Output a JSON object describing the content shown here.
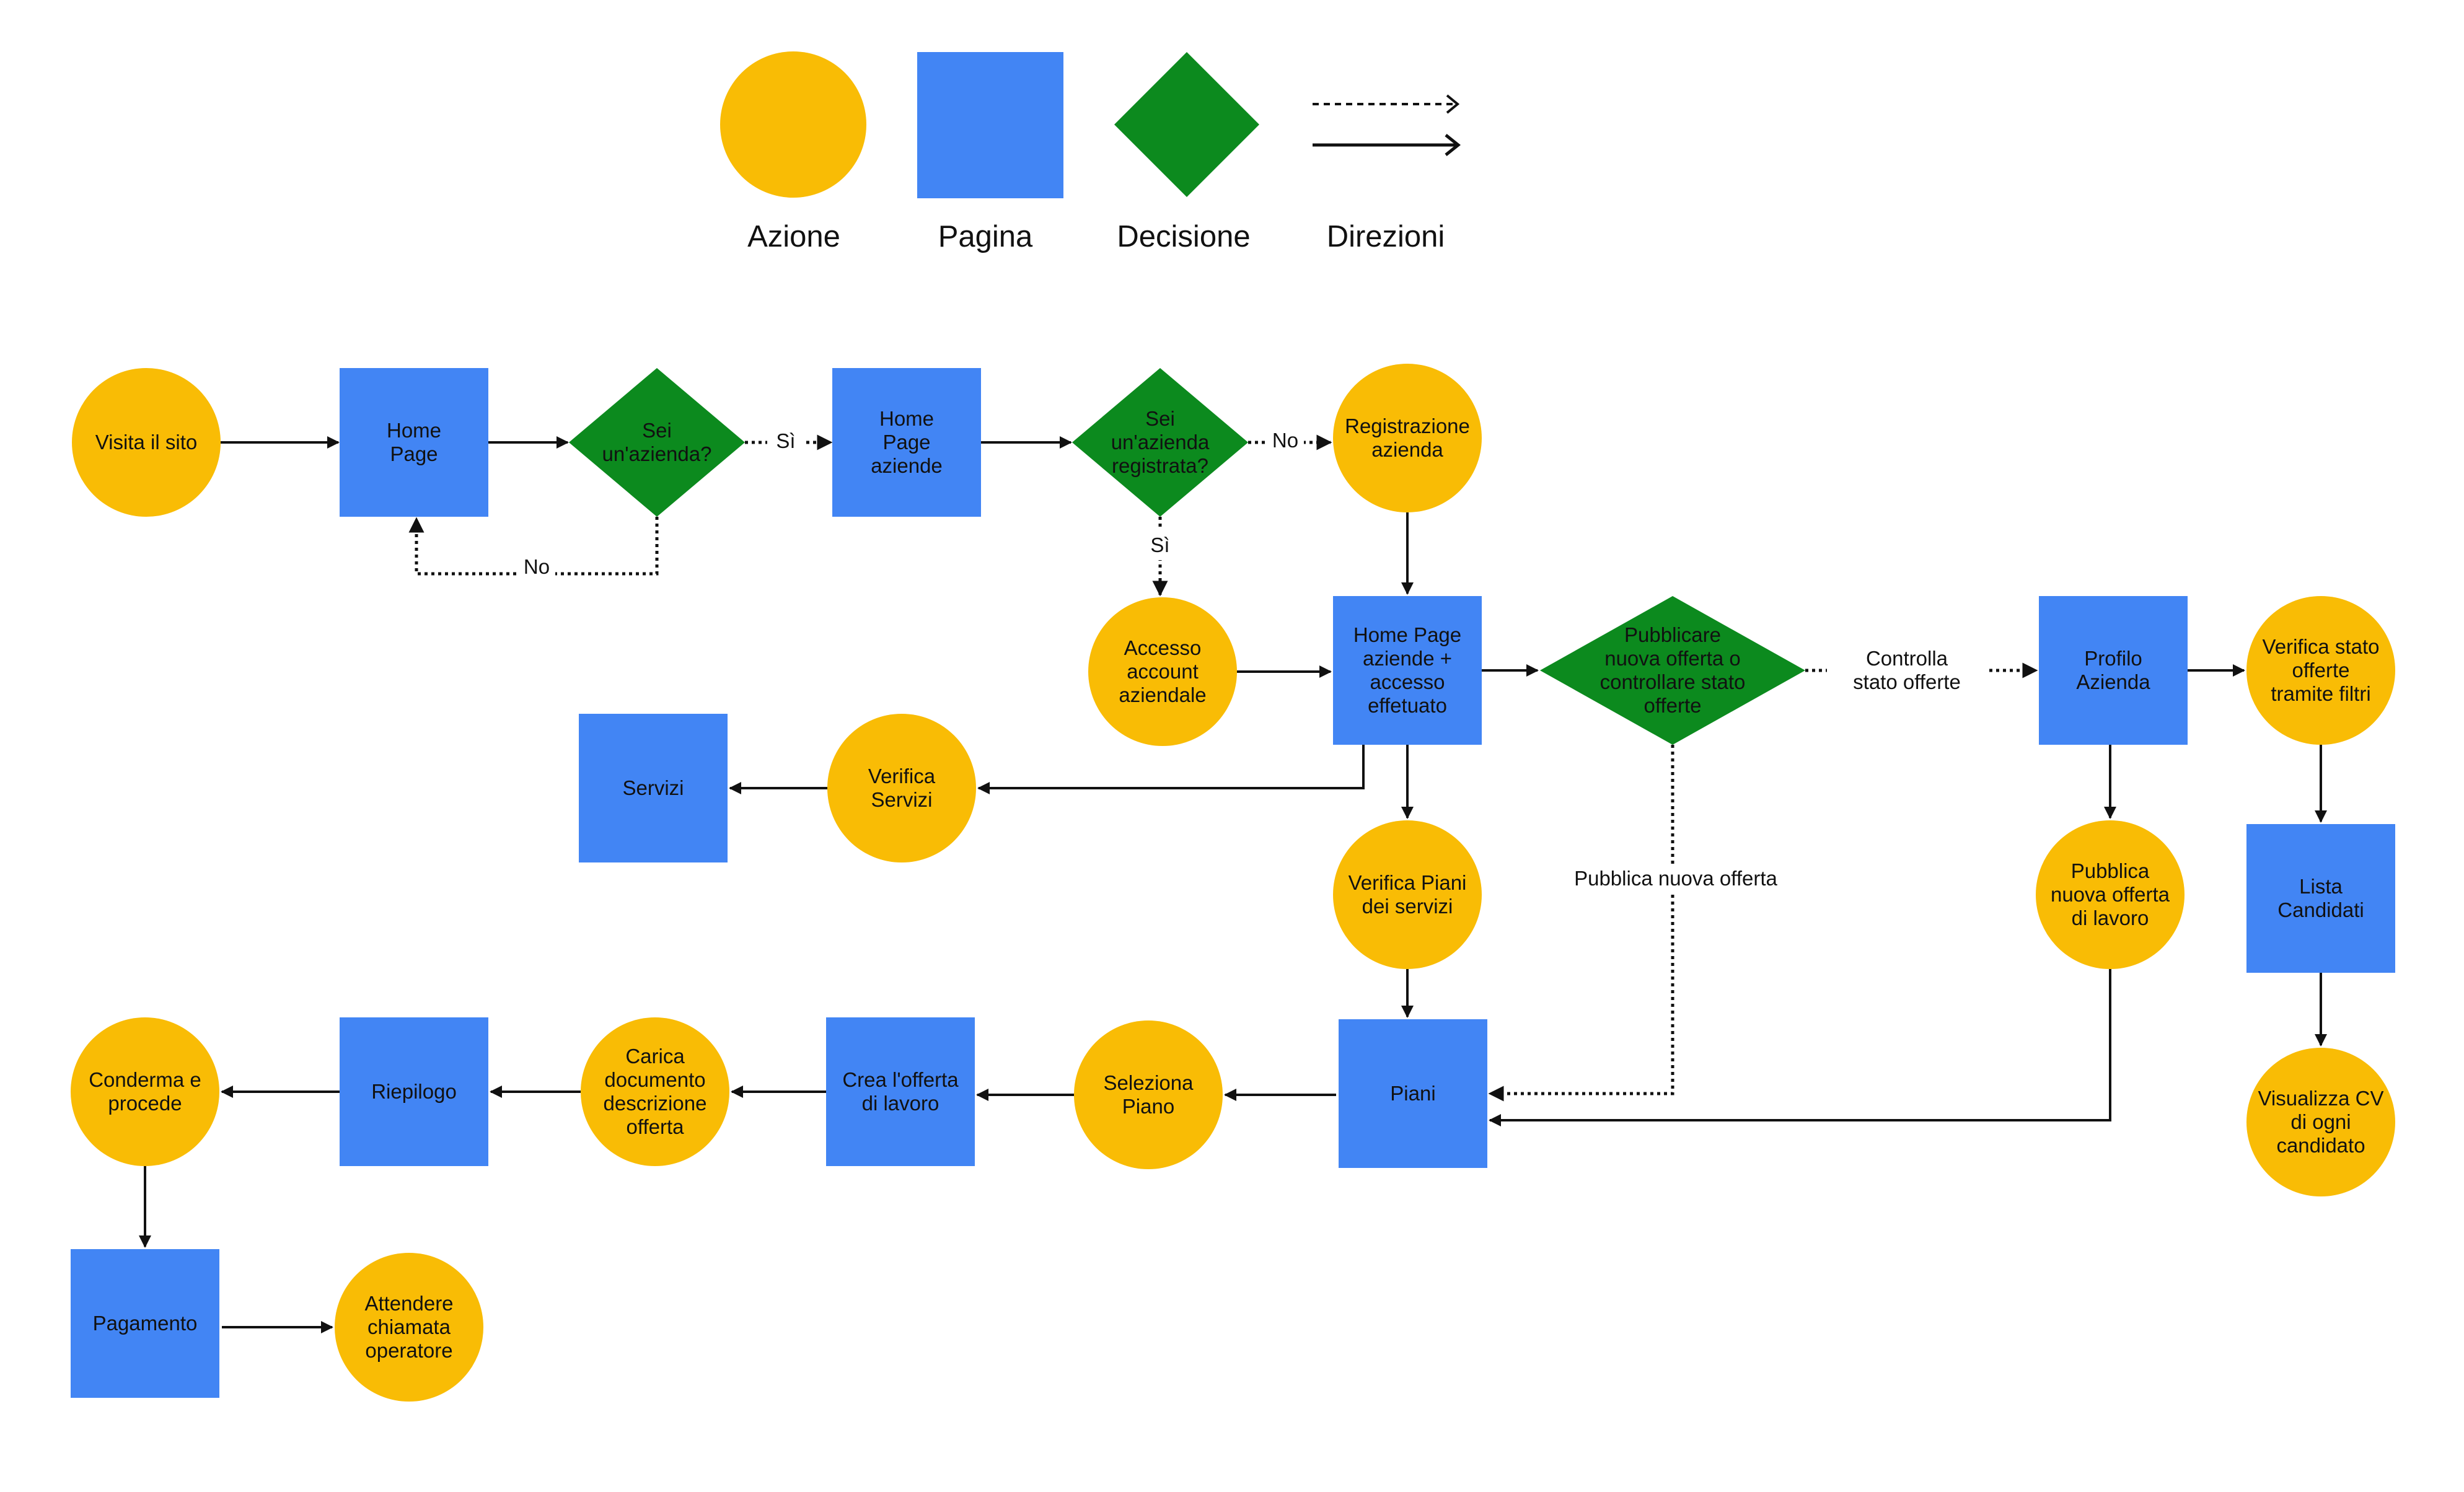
{
  "colors": {
    "action": "#F9BC05",
    "page": "#4285F4",
    "decision": "#0C8A1E",
    "line": "#111111",
    "background": "#FFFFFF"
  },
  "legend": {
    "action": "Azione",
    "page": "Pagina",
    "decision": "Decisione",
    "directions": "Direzioni"
  },
  "nodes": {
    "visita_sito": [
      "Visita il sito"
    ],
    "home_page": [
      "Home",
      "Page"
    ],
    "sei_azienda": [
      "Sei",
      "un'azienda?"
    ],
    "home_page_aziende": [
      "Home",
      "Page",
      "aziende"
    ],
    "sei_registrata": [
      "Sei",
      "un'azienda",
      "registrata?"
    ],
    "registrazione": [
      "Registrazione",
      "azienda"
    ],
    "accesso": [
      "Accesso",
      "account",
      "aziendale"
    ],
    "home_accesso": [
      "Home Page",
      "aziende +",
      "accesso",
      "effetuato"
    ],
    "pubblicare_decisione": [
      "Pubblicare",
      "nuova offerta o",
      "controllare stato",
      "offerte"
    ],
    "profilo_azienda": [
      "Profilo",
      "Azienda"
    ],
    "verifica_stato": [
      "Verifica stato",
      "offerte",
      "tramite filtri"
    ],
    "servizi": [
      "Servizi"
    ],
    "verifica_servizi": [
      "Verifica",
      "Servizi"
    ],
    "verifica_piani": [
      "Verifica Piani",
      "dei servizi"
    ],
    "pubblica_nuova_lavoro": [
      "Pubblica",
      "nuova offerta",
      "di lavoro"
    ],
    "lista_candidati": [
      "Lista",
      "Candidati"
    ],
    "visualizza_cv": [
      "Visualizza CV",
      "di ogni",
      "candidato"
    ],
    "piani": [
      "Piani"
    ],
    "seleziona_piano": [
      "Seleziona",
      "Piano"
    ],
    "crea_offerta": [
      "Crea l'offerta",
      "di lavoro"
    ],
    "carica_documento": [
      "Carica",
      "documento",
      "descrizione",
      "offerta"
    ],
    "riepilogo": [
      "Riepilogo"
    ],
    "conferma": [
      "Conderma e",
      "procede"
    ],
    "pagamento": [
      "Pagamento"
    ],
    "attendere": [
      "Attendere",
      "chiamata",
      "operatore"
    ]
  },
  "edge_labels": {
    "si_azienda": "Sì",
    "no_azienda": "No",
    "no_registrata": "No",
    "si_registrata": "Sì",
    "controlla": [
      "Controlla",
      "stato offerte"
    ],
    "pubblica": "Pubblica nuova offerta"
  }
}
